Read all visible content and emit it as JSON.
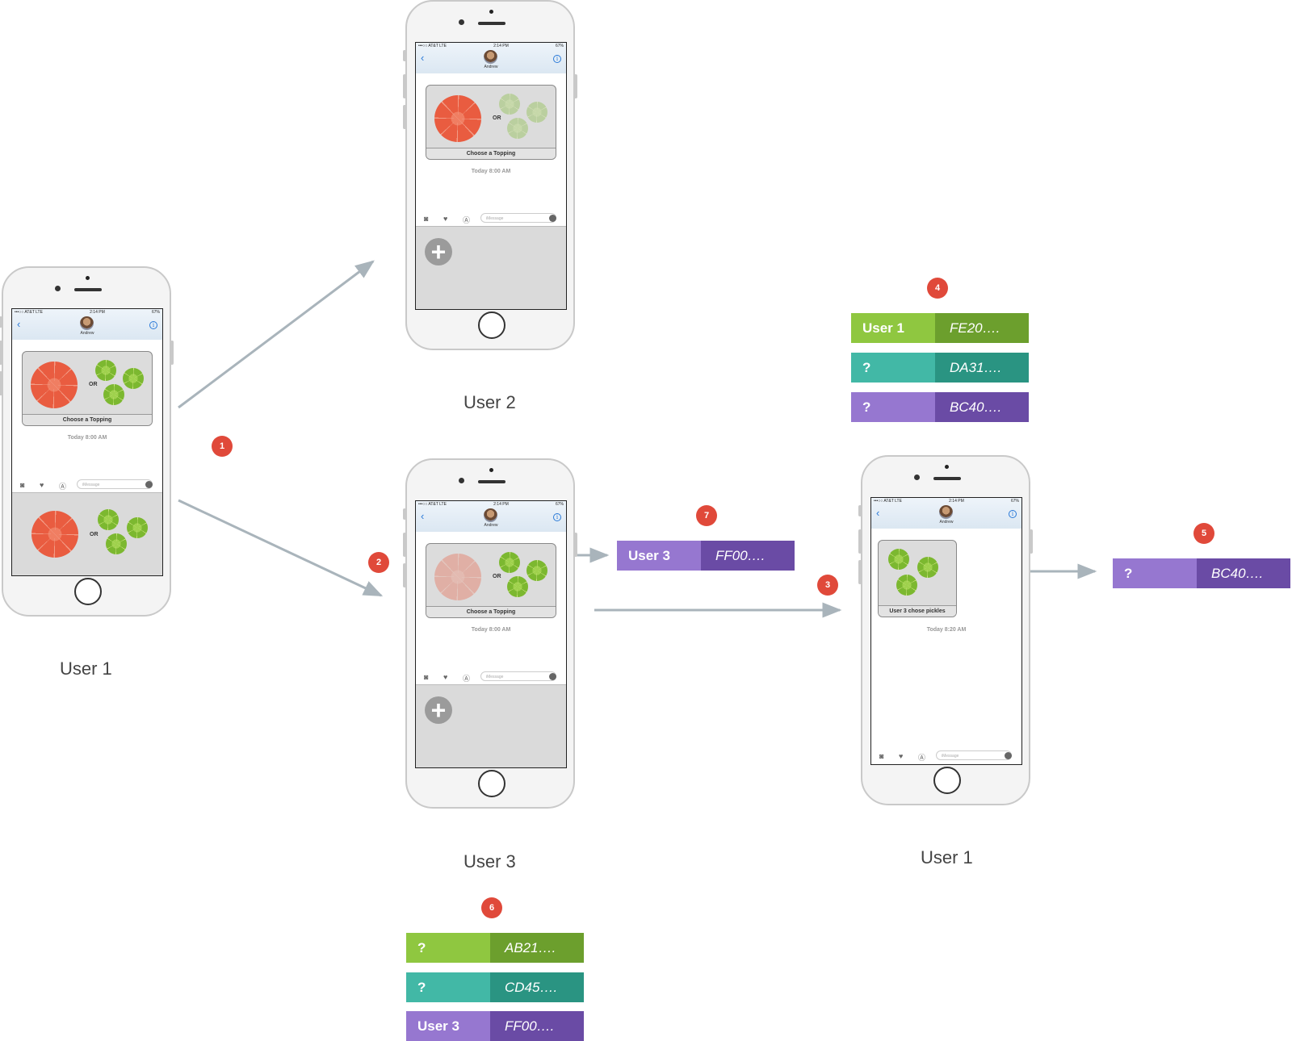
{
  "phone_ui": {
    "status_carrier": "•••○○ AT&T  LTE",
    "status_time": "2:14 PM",
    "status_battery": "67%",
    "contact_name": "Andrew",
    "choose_caption": "Choose a Topping",
    "or_text": "OR",
    "timestamp_8_00": "Today 8:00 AM",
    "timestamp_8_20": "Today 8:20 AM",
    "chose_caption": "User 3 chose pickles",
    "imessage_placeholder": "iMessage",
    "info_glyph": "i",
    "back_glyph": "‹",
    "plus_glyph": "+"
  },
  "phone_labels": {
    "user1_left": "User 1",
    "user2": "User 2",
    "user3": "User 3",
    "user1_right": "User 1"
  },
  "steps": [
    "1",
    "2",
    "3",
    "4",
    "5",
    "6",
    "7"
  ],
  "bars": {
    "step4": [
      {
        "label": "User 1",
        "hash": "FE20….",
        "color": "green"
      },
      {
        "label": "?",
        "hash": "DA31….",
        "color": "teal"
      },
      {
        "label": "?",
        "hash": "BC40….",
        "color": "purple"
      }
    ],
    "step5": {
      "label": "?",
      "hash": "BC40….",
      "color": "purple"
    },
    "step6": [
      {
        "label": "?",
        "hash": "AB21….",
        "color": "green"
      },
      {
        "label": "?",
        "hash": "CD45….",
        "color": "teal"
      },
      {
        "label": "User 3",
        "hash": "FF00….",
        "color": "purple"
      }
    ],
    "step7": {
      "label": "User 3",
      "hash": "FF00….",
      "color": "purple"
    }
  },
  "colors": {
    "badge": "#e0493a",
    "arrow": "#a9b4bb",
    "green_light": "#8fc740",
    "green_dark": "#6c9f2d",
    "teal_light": "#42b8a6",
    "teal_dark": "#2a9482",
    "purple_light": "#9677d0",
    "purple_dark": "#6a4ba5"
  },
  "icons": [
    "camera-icon",
    "heart-digital-touch-icon",
    "app-store-icon",
    "microphone-icon",
    "pizza-icon",
    "pickle-icon",
    "plus-icon"
  ]
}
